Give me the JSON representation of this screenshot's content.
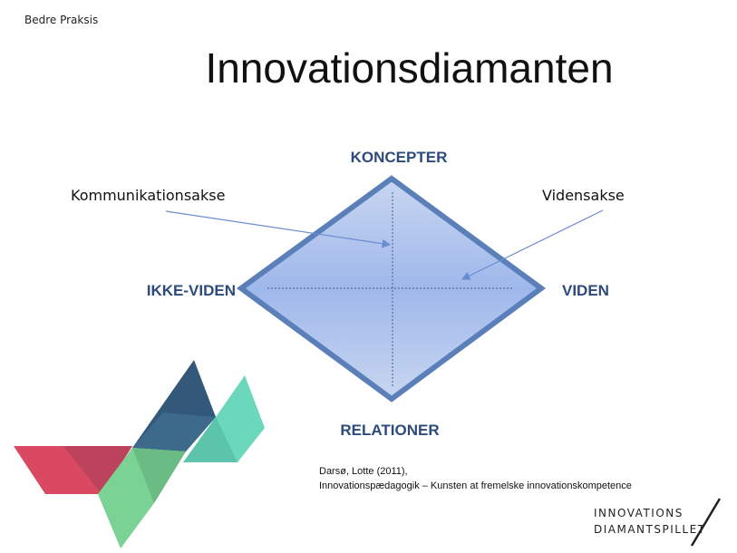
{
  "header": {
    "corner_label": "Bedre Praksis"
  },
  "title": "Innovationsdiamanten",
  "diagram": {
    "top_label": "KONCEPTER",
    "bottom_label": "RELATIONER",
    "left_label": "IKKE-VIDEN",
    "right_label": "VIDEN",
    "annotation_left": "Kommunikationsakse",
    "annotation_right": "Vidensakse"
  },
  "citation": {
    "line1": "Darsø, Lotte (2011),",
    "line2": "Innovationspædagogik – Kunsten at fremelske innovationskompetence"
  },
  "logo": {
    "line1": "INNOVATIONS",
    "line2": "DIAMANTSPILLET"
  },
  "colors": {
    "diamond_border": "#5b7fb8",
    "diamond_fill_light": "#c8d6f0",
    "diamond_fill_mid": "#9fb8eb",
    "label_blue": "#2e4a7d",
    "arrow": "#6b8ccf",
    "shape_red": "#d63a55",
    "shape_navy": "#224a6e",
    "shape_teal": "#5fd4b8",
    "shape_green": "#6fcf8d"
  }
}
